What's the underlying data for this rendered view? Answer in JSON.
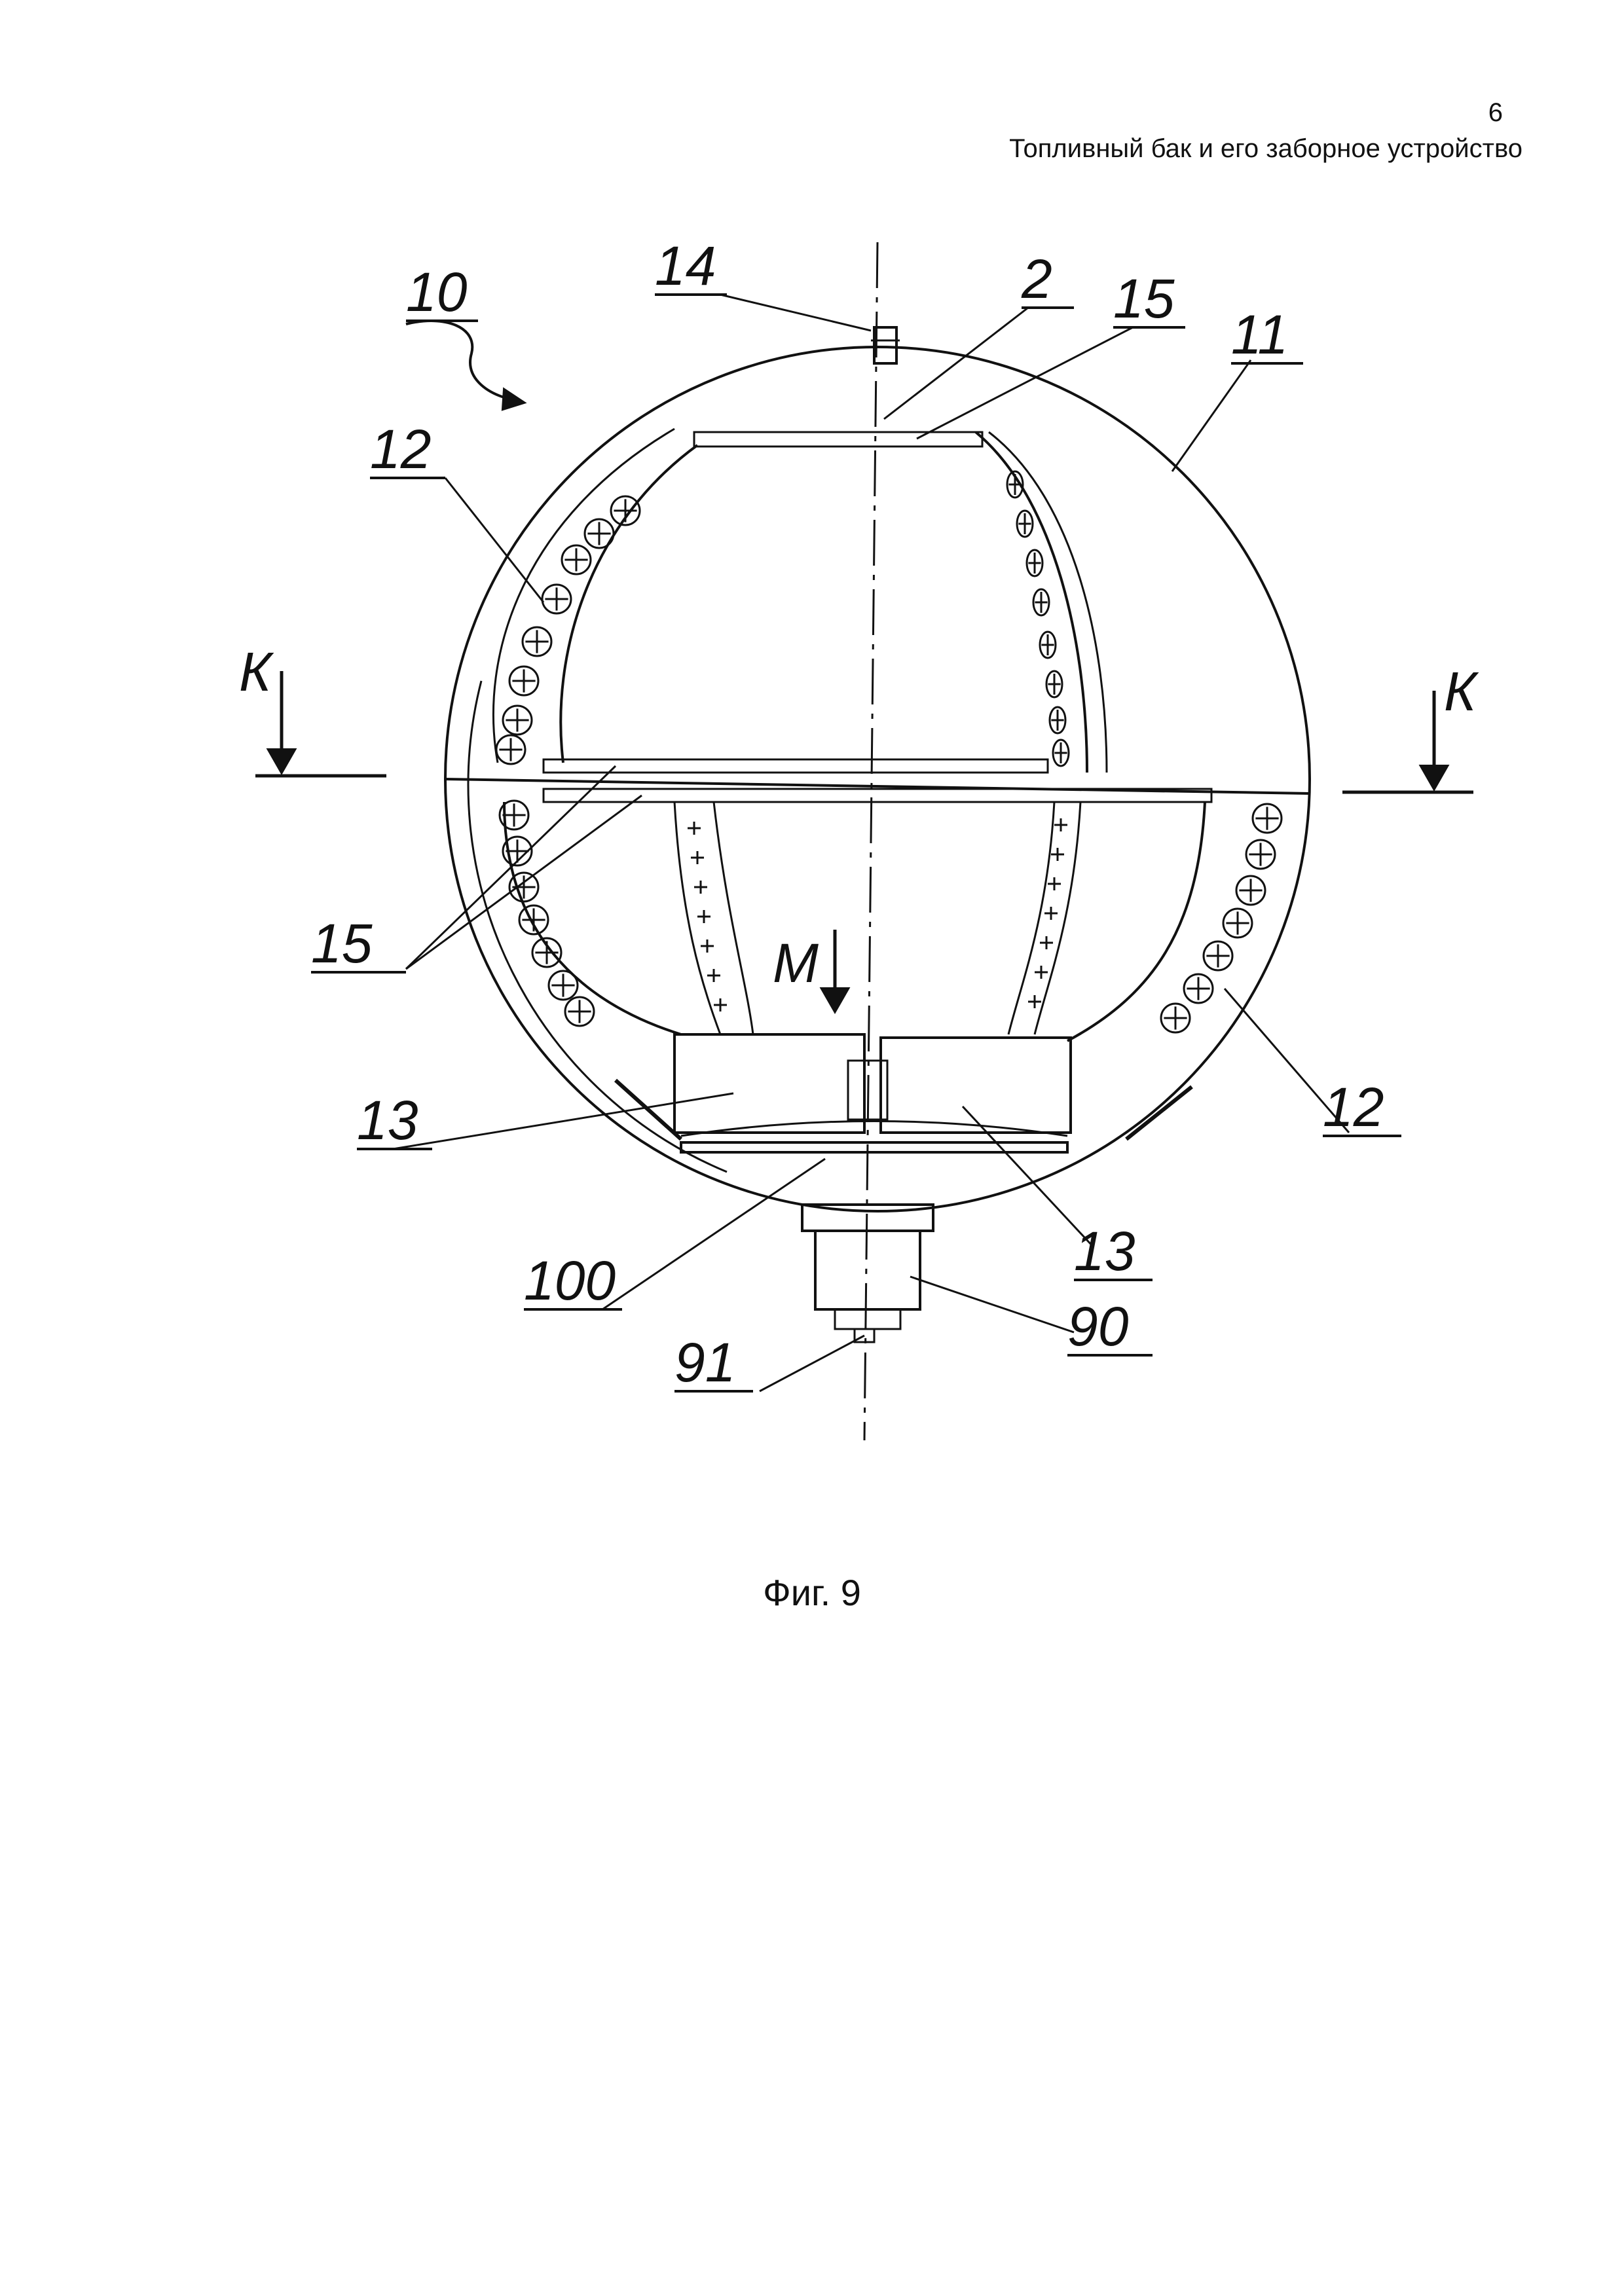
{
  "header": {
    "page_number": "6",
    "title": "Топливный бак и его заборное устройство"
  },
  "figure": {
    "caption": "Фиг. 9",
    "labels": {
      "assembly": "10",
      "inlet_pipe": "14",
      "axis": "2",
      "strut_top": "15",
      "shell": "11",
      "channel_left": "12",
      "section_left": "К",
      "section_right": "К",
      "struts_middle": "15",
      "view_arrow": "М",
      "channel_right": "12",
      "box_left": "13",
      "box_right": "13",
      "collector": "100",
      "outlet": "90",
      "plug": "91"
    }
  }
}
